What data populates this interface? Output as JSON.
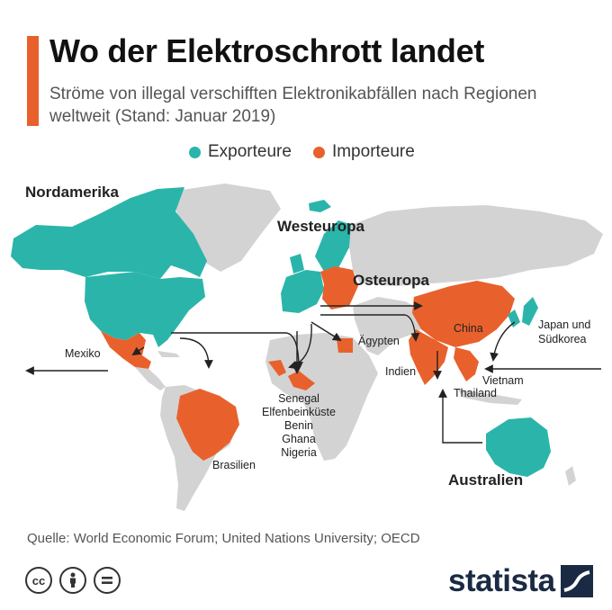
{
  "title": "Wo der Elektroschrott landet",
  "subtitle": "Ströme von illegal verschifften Elektronikabfällen nach Regionen weltweit (Stand: Januar 2019)",
  "legend": {
    "exporters_label": "Exporteure",
    "importers_label": "Importeure"
  },
  "colors": {
    "exporter": "#2bb5aa",
    "importer": "#e8612c",
    "land": "#d3d3d3",
    "accent": "#e8612c"
  },
  "regions": {
    "north_america": "Nordamerika",
    "western_europe": "Westeuropa",
    "eastern_europe": "Osteuropa",
    "australia": "Australien"
  },
  "countries": {
    "mexico": "Mexiko",
    "egypt": "Ägypten",
    "china": "China",
    "japan_korea_line1": "Japan und",
    "japan_korea_line2": "Südkorea",
    "india": "Indien",
    "vietnam": "Vietnam",
    "thailand": "Thailand",
    "brazil": "Brasilien",
    "west_africa": [
      "Senegal",
      "Elfenbeinküste",
      "Benin",
      "Ghana",
      "Nigeria"
    ]
  },
  "source": "Quelle: World Economic Forum; United Nations University; OECD",
  "brand": "statista"
}
